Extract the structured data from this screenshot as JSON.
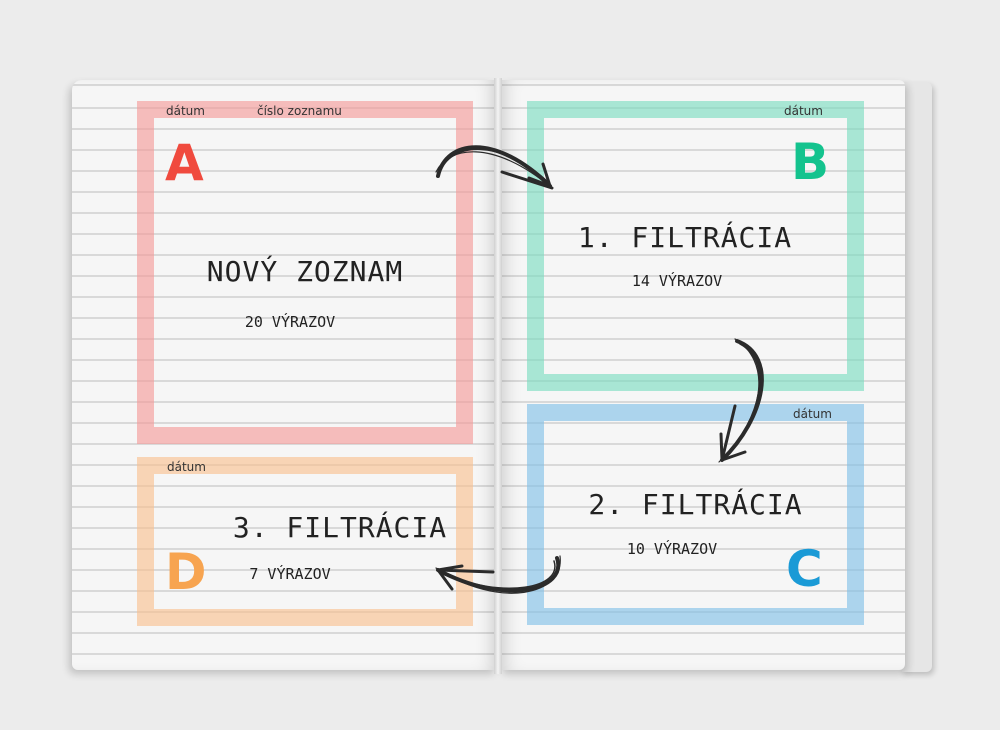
{
  "notebook": {
    "cards": [
      {
        "letter": "A",
        "title": "NOVÝ ZOZNAM",
        "count": "20 VÝRAZOV",
        "date_label": "dátum",
        "list_number_label": "číslo zoznamu",
        "border_color": "#f49896",
        "letter_color": "#f04a3e"
      },
      {
        "letter": "B",
        "title": "1. FILTRÁCIA",
        "count": "14 VÝRAZOV",
        "date_label": "dátum",
        "border_color": "#78dcbe",
        "letter_color": "#14c38e"
      },
      {
        "letter": "C",
        "title": "2. FILTRÁCIA",
        "count": "10 VÝRAZOV",
        "date_label": "dátum",
        "border_color": "#7ebee6",
        "letter_color": "#1a9ad6"
      },
      {
        "letter": "D",
        "title": "3. FILTRÁCIA",
        "count": "7 VÝRAZOV",
        "date_label": "dátum",
        "border_color": "#f9be8c",
        "letter_color": "#f7a450"
      }
    ]
  }
}
